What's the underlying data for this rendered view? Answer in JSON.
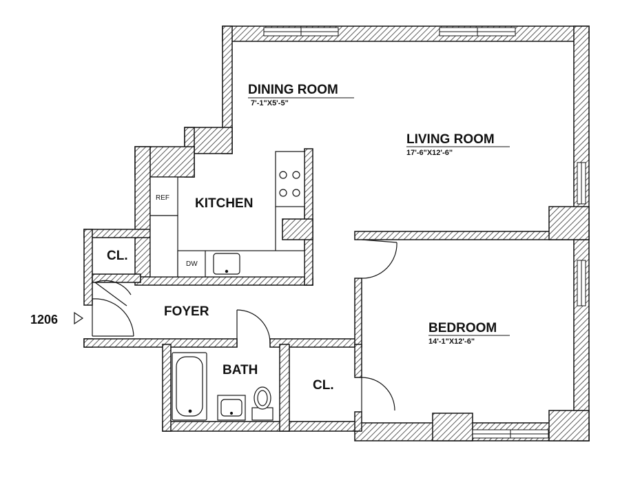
{
  "unit": {
    "number": "1206"
  },
  "rooms": {
    "dining_room": {
      "name": "DINING ROOM",
      "dims": "7'-1\"X5'-5\""
    },
    "living_room": {
      "name": "LIVING ROOM",
      "dims": "17'-6\"X12'-6\""
    },
    "kitchen": {
      "name": "KITCHEN"
    },
    "bedroom": {
      "name": "BEDROOM",
      "dims": "14'-1\"X12'-6\""
    },
    "foyer": {
      "name": "FOYER"
    },
    "bath": {
      "name": "BATH"
    },
    "closet_front": {
      "name": "CL."
    },
    "closet_bedroom": {
      "name": "CL."
    }
  },
  "fixtures": {
    "refrigerator": "REF",
    "dishwasher": "DW"
  },
  "colors": {
    "wall": "#111111",
    "hatch": "#444444",
    "background": "#ffffff"
  },
  "icons": [
    "entry-arrow-icon",
    "stove-icon",
    "sink-icon",
    "toilet-icon",
    "bathtub-icon",
    "window-icon",
    "door-swing-icon"
  ]
}
